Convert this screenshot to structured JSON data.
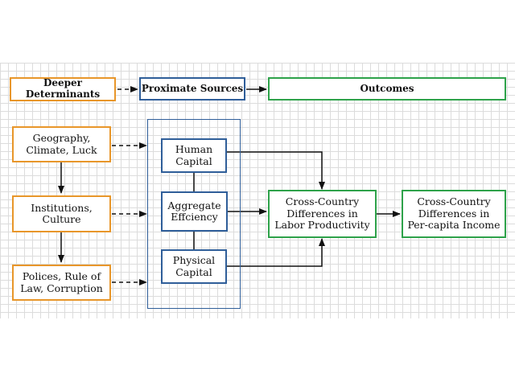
{
  "colors": {
    "orange": "#e8962a",
    "blue": "#2f5e99",
    "green": "#2ea24a",
    "line": "#111111"
  },
  "legend": {
    "deeper": "Deeper\nDeterminants",
    "proximate": "Proximate Sources",
    "outcomes": "Outcomes"
  },
  "determinants": [
    "Geography,\nClimate, Luck",
    "Institutions,\nCulture",
    "Polices, Rule of\nLaw, Corruption"
  ],
  "sources": [
    "Human\nCapital",
    "Aggregate\nEffciency",
    "Physical\nCapital"
  ],
  "outcomes": [
    "Cross-Country\nDifferences in\nLabor Productivity",
    "Cross-Country\nDifferences in\nPer-capita Income"
  ]
}
